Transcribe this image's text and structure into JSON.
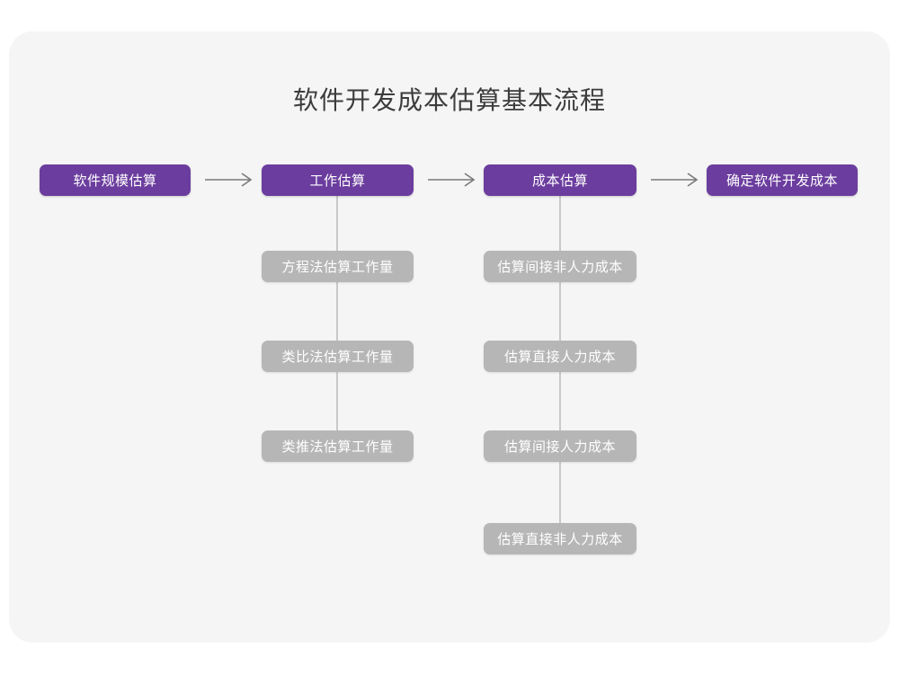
{
  "figure": {
    "title": "软件开发成本估算基本流程",
    "background_color": "#ffffff",
    "card_color": "#f5f5f5",
    "primary_color": "#6b3d9e",
    "secondary_color": "#b6b6b6",
    "connector_color": "#c9c9c9",
    "title_color": "#3c3c3c"
  },
  "chart_data": {
    "type": "diagram",
    "title": "软件开发成本估算基本流程",
    "orientation": "left-to-right with vertical sub-branches",
    "stages": [
      {
        "id": "stage-1",
        "label": "软件规模估算",
        "level": "primary",
        "children": []
      },
      {
        "id": "stage-2",
        "label": "工作估算",
        "level": "primary",
        "children": [
          "方程法估算工作量",
          "类比法估算工作量",
          "类推法估算工作量"
        ]
      },
      {
        "id": "stage-3",
        "label": "成本估算",
        "level": "primary",
        "children": [
          "估算间接非人力成本",
          "估算直接人力成本",
          "估算间接人力成本",
          "估算直接非人力成本"
        ]
      },
      {
        "id": "stage-4",
        "label": "确定软件开发成本",
        "level": "primary",
        "children": []
      }
    ],
    "connectors": [
      {
        "from": "stage-1",
        "to": "stage-2",
        "style": "arrow"
      },
      {
        "from": "stage-2",
        "to": "stage-3",
        "style": "arrow"
      },
      {
        "from": "stage-3",
        "to": "stage-4",
        "style": "arrow"
      }
    ]
  },
  "nodes": {
    "stage1": "软件规模估算",
    "stage2": "工作估算",
    "stage3": "成本估算",
    "stage4": "确定软件开发成本",
    "work1": "方程法估算工作量",
    "work2": "类比法估算工作量",
    "work3": "类推法估算工作量",
    "cost1": "估算间接非人力成本",
    "cost2": "估算直接人力成本",
    "cost3": "估算间接人力成本",
    "cost4": "估算直接非人力成本"
  }
}
